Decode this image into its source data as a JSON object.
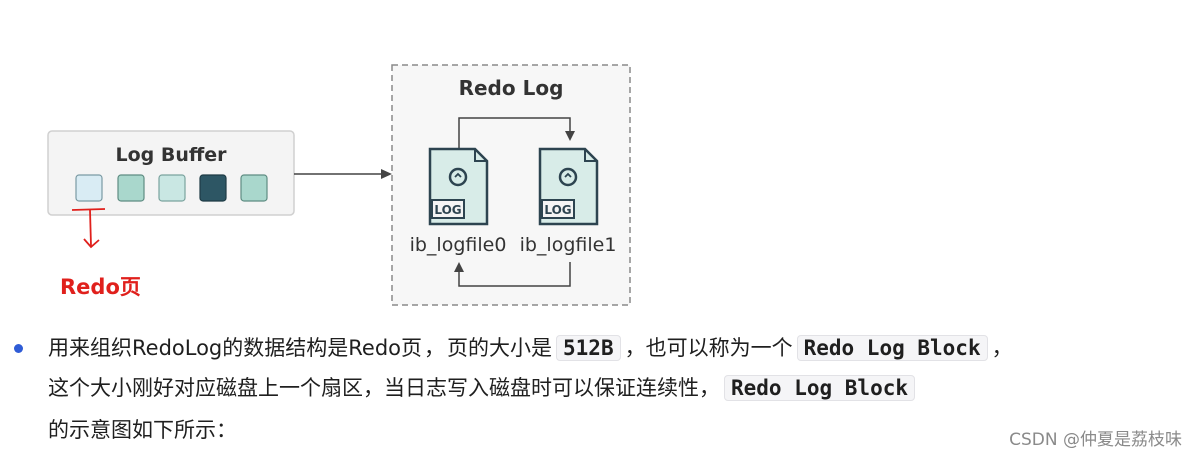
{
  "diagram": {
    "redo_log_title": "Redo Log",
    "log_buffer_title": "Log Buffer",
    "file0_name": "ib_logfile0",
    "file1_name": "ib_logfile1",
    "file_icon_label": "LOG",
    "redo_page_annotation": "Redo页",
    "page_colors": [
      "#d9ecf4",
      "#a9d7cc",
      "#c9e7e3",
      "#2d5664",
      "#a9d7cc"
    ],
    "annotation_color": "#e0201c"
  },
  "note": {
    "line1_part1": "用来组织RedoLog的数据结构是",
    "line1_redo_page": "Redo页",
    "line1_sep": "，",
    "line1_part2": "页的大小是",
    "line1_size": "512B",
    "line1_part3": "，也可以称为一个",
    "line1_block": "Redo Log Block",
    "line1_end": "，",
    "line2_text": "这个大小刚好对应磁盘上一个扇区，当日志写入磁盘时可以保证连续性，",
    "line2_block": "Redo Log Block",
    "line3_text": "的示意图如下所示："
  },
  "watermark": "CSDN @仲夏是荔枝味"
}
